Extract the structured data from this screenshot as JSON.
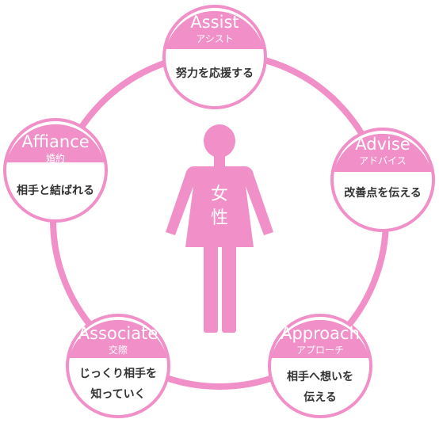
{
  "colors": {
    "accent": "#f08fc8",
    "ring": "#f08fc8",
    "node_border": "#f08fc8",
    "node_body": "#ffffff",
    "figure": "#f08fc8",
    "text_dark": "#333333"
  },
  "center": {
    "icon": "woman-figure-icon",
    "label_line1": "女",
    "label_line2": "性"
  },
  "nodes": [
    {
      "title": "Assist",
      "subtitle": "アシスト",
      "desc_lines": [
        "努力を応援する"
      ]
    },
    {
      "title": "Advise",
      "subtitle": "アドバイス",
      "desc_lines": [
        "改善点を伝える"
      ]
    },
    {
      "title": "Approach",
      "subtitle": "アプローチ",
      "desc_lines": [
        "相手へ想いを",
        "伝える"
      ]
    },
    {
      "title": "Associate",
      "subtitle": "交際",
      "desc_lines": [
        "じっくり相手を",
        "知っていく"
      ]
    },
    {
      "title": "Affiance",
      "subtitle": "婚約",
      "desc_lines": [
        "相手と結ばれる"
      ]
    }
  ]
}
